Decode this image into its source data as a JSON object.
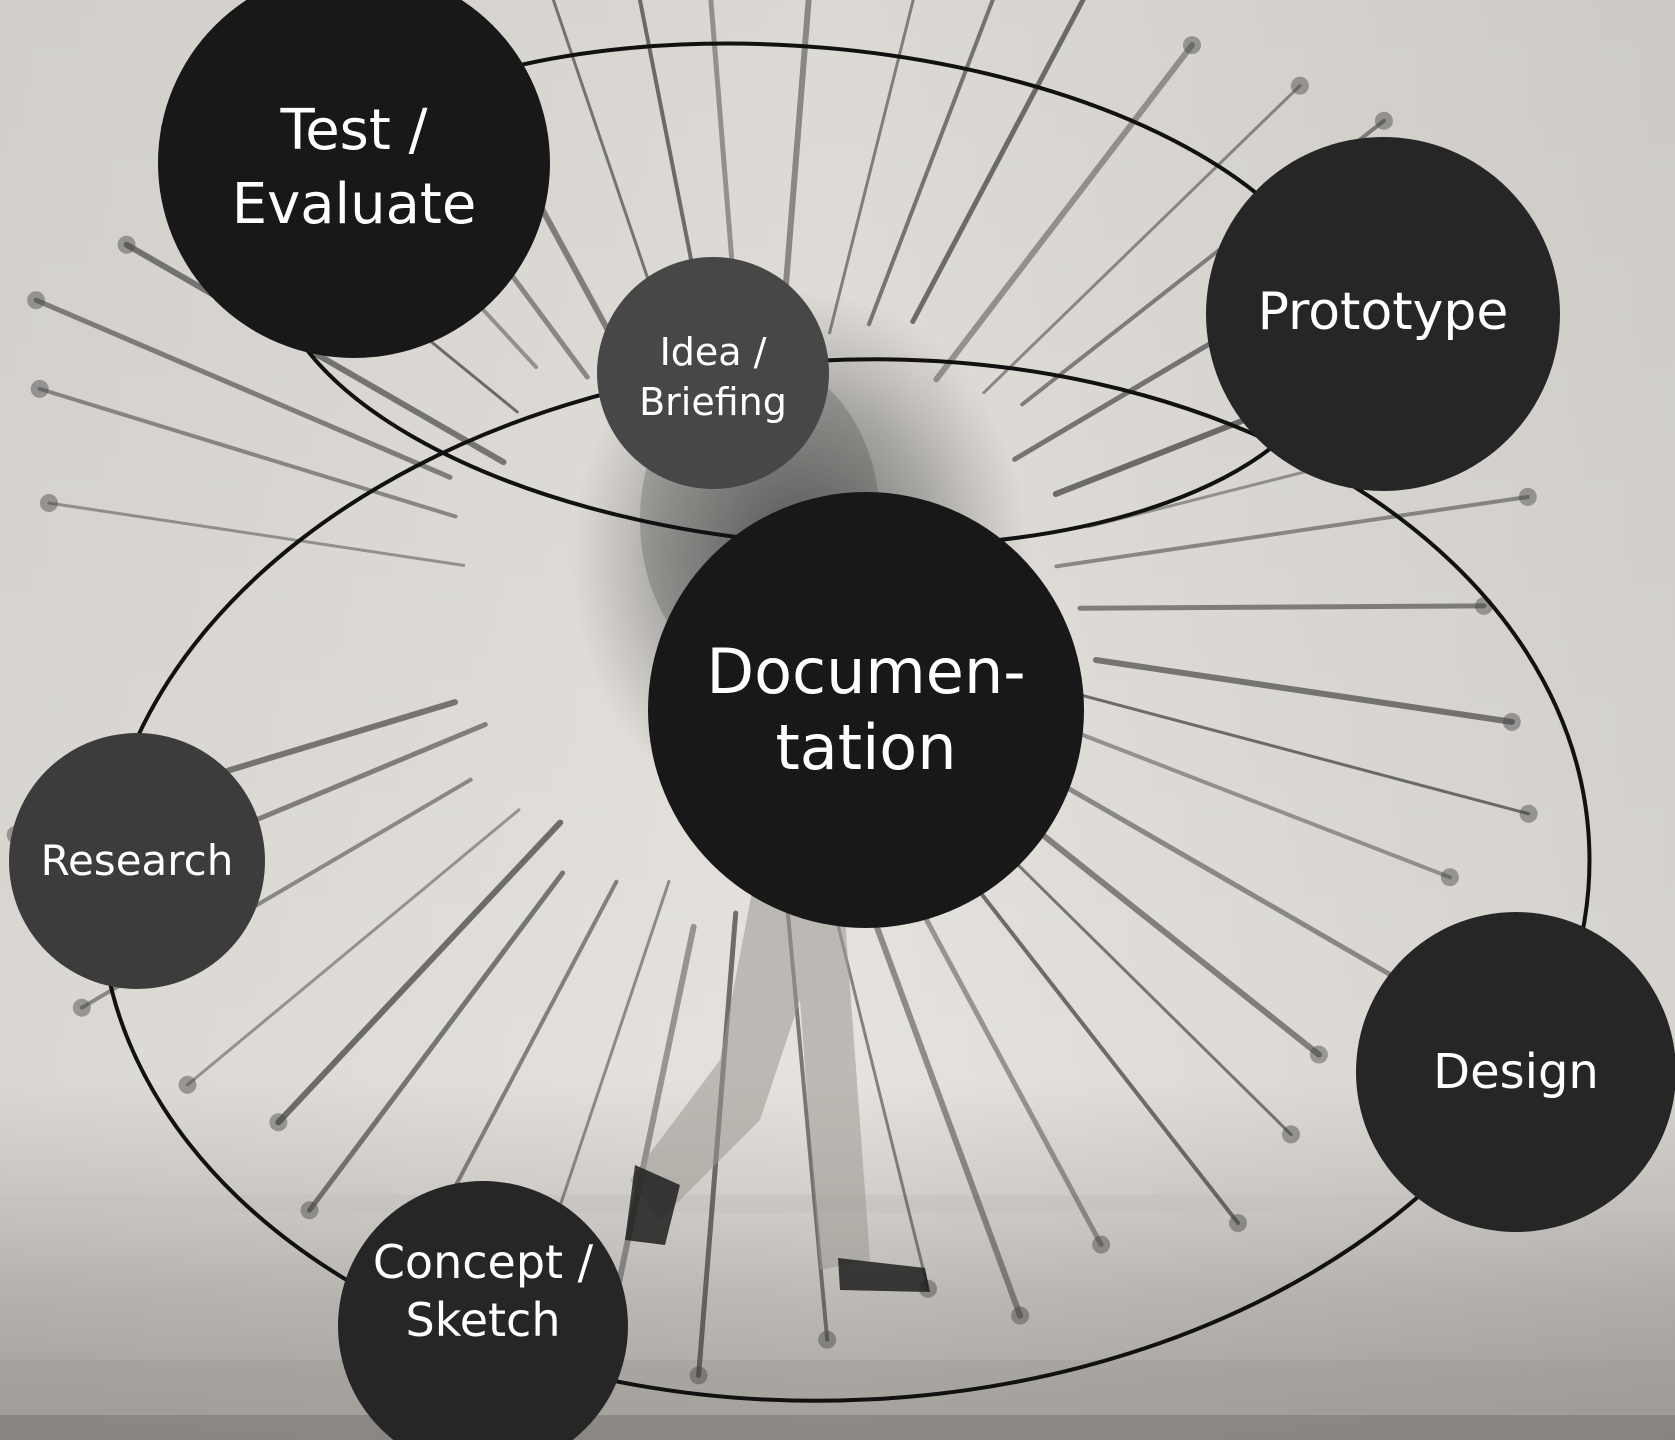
{
  "colors": {
    "paper": "#e4e1dc",
    "ink": "#111111",
    "node_dark": "#181818",
    "node_mid": "#262626",
    "node_grey": "#3c3c3c",
    "node_light": "#474747",
    "label": "#ffffff"
  },
  "nodes": {
    "test_evaluate": "Test /\nEvaluate",
    "idea_briefing": "Idea /\nBriefing",
    "prototype": "Prototype",
    "documentation": "Documen-\ntation",
    "research": "Research",
    "design": "Design",
    "concept_sketch": "Concept /\nSketch"
  }
}
